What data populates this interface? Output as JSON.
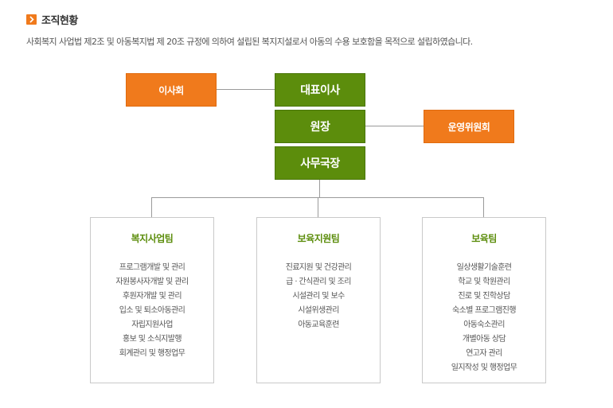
{
  "header": {
    "title": "조직현황",
    "description": "사회복지 사업법 제2조 및 아동복지법 제 20조 규정에 의하여 설립된 복지지설로서 아동의 수용 보호함을 목적으로 설립하였습니다."
  },
  "org": {
    "board": "이사회",
    "ceo": "대표이사",
    "director": "원장",
    "steering_committee": "운영위원회",
    "secretary_general": "사무국장"
  },
  "teams": [
    {
      "name": "복지사업팀",
      "duties": [
        "프로그램개발 및 관리",
        "자원봉사자개발 및 관리",
        "후원자개발 및 관리",
        "입소 및 퇴소아동관리",
        "자립지원사업",
        "홍보 및 소식지발행",
        "회계관리 및 행정업무"
      ]
    },
    {
      "name": "보육지원팀",
      "duties": [
        "진료지원 및 건강관리",
        "급 · 간식관리 및 조리",
        "시설관리 및 보수",
        "시설위생관리",
        "아동교육훈련"
      ]
    },
    {
      "name": "보육팀",
      "duties": [
        "일상생활기술훈련",
        "학교 및 학원관리",
        "진로 및 진학상담",
        "숙소별 프로그램진행",
        "아동숙소관리",
        "개별아동 상담",
        "연고자 관리",
        "일지작성 및 행정업무"
      ]
    }
  ],
  "colors": {
    "green": "#5c8d0c",
    "orange": "#f07a1c",
    "line": "#9a9a9a"
  }
}
